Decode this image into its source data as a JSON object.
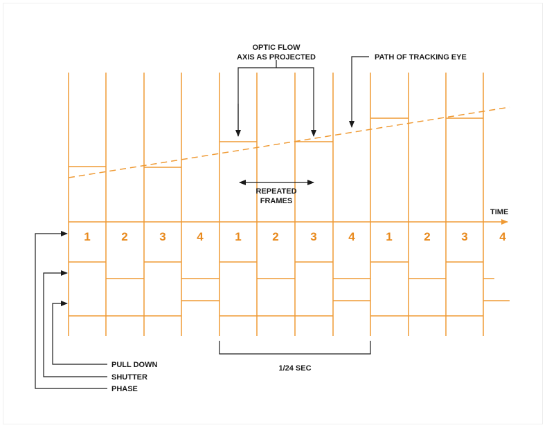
{
  "labels": {
    "optic_flow_line1": "OPTIC FLOW",
    "optic_flow_line2": "AXIS AS PROJECTED",
    "path_tracking_eye": "PATH OF TRACKING EYE",
    "repeated_line1": "REPEATED",
    "repeated_line2": "FRAMES",
    "time": "TIME",
    "interval": "1/24 SEC",
    "pull_down": "PULL DOWN",
    "shutter": "SHUTTER",
    "phase": "PHASE"
  },
  "phase_numbers": [
    "1",
    "2",
    "3",
    "4",
    "1",
    "2",
    "3",
    "4",
    "1",
    "2",
    "3",
    "4"
  ],
  "colors": {
    "accent": "#ef9a34",
    "number": "#e8891c",
    "annotation": "#1a1a1a"
  }
}
